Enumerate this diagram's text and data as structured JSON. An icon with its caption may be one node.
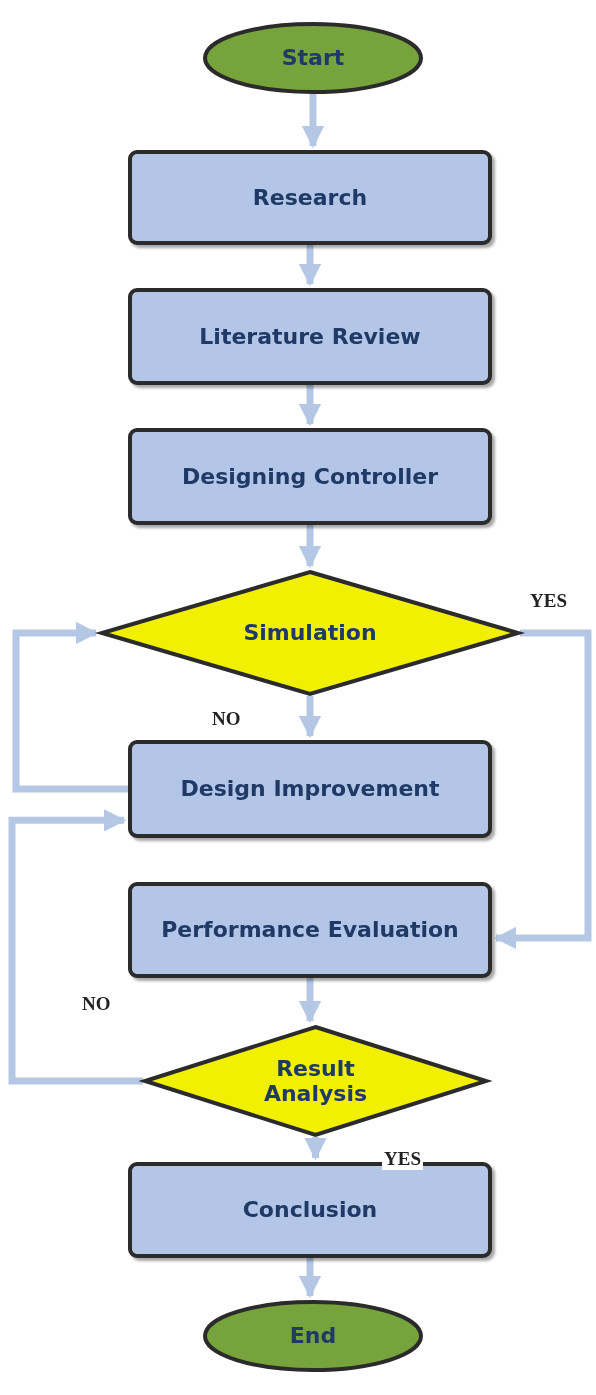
{
  "diagram": {
    "nodes": [
      {
        "text": [
          "Start"
        ]
      },
      {
        "text": [
          "Research"
        ]
      },
      {
        "text": [
          "Literature Review"
        ]
      },
      {
        "text": [
          "Designing Controller"
        ]
      },
      {
        "text": [
          "Simulation"
        ]
      },
      {
        "text": [
          "Design Improvement"
        ]
      },
      {
        "text": [
          "Performance Evaluation"
        ]
      },
      {
        "text": [
          "Result Analysis"
        ]
      },
      {
        "text": [
          "Conclusion"
        ]
      },
      {
        "text": [
          "End"
        ]
      }
    ],
    "edges": [
      {
        "from": 0,
        "to": 1,
        "arrow": "to"
      },
      {
        "from": 1,
        "to": 2,
        "arrow": "to"
      },
      {
        "from": 2,
        "to": 3,
        "arrow": "to"
      },
      {
        "from": 3,
        "to": 4,
        "arrow": "to"
      },
      {
        "from": 4,
        "to": 5,
        "arrow": "to",
        "label": "NO"
      },
      {
        "from": 4,
        "to": 6,
        "arrow": "to",
        "label": "YES"
      },
      {
        "from": 5,
        "to": 4,
        "arrow": "to"
      },
      {
        "from": 6,
        "to": 7,
        "arrow": "to"
      },
      {
        "from": 7,
        "to": 5,
        "arrow": "to",
        "label": "NO"
      },
      {
        "from": 7,
        "to": 8,
        "arrow": "to",
        "label": "YES"
      },
      {
        "from": 8,
        "to": 9,
        "arrow": "to"
      }
    ]
  }
}
